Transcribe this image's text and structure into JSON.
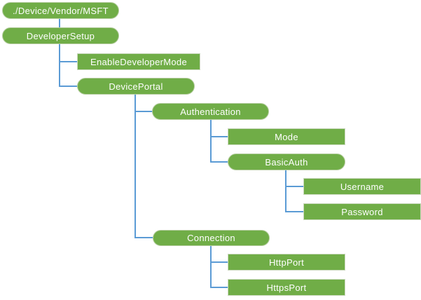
{
  "diagram": {
    "type": "tree",
    "description": "Configuration service provider hierarchy tree",
    "colors": {
      "node_fill": "#70AD47",
      "branch_node_border": "#B5CDA0",
      "leaf_node_border": "#CBD9BF",
      "connector": "#5B9BD5",
      "label_text": "#FFFFFF",
      "background": "#FFFFFF"
    },
    "nodes": [
      {
        "label": "./Device/Vendor/MSFT",
        "shape": "rounded",
        "parent": null
      },
      {
        "label": "DeveloperSetup",
        "shape": "rounded",
        "parent": "./Device/Vendor/MSFT"
      },
      {
        "label": "EnableDeveloperMode",
        "shape": "rectangle",
        "parent": "DeveloperSetup"
      },
      {
        "label": "DevicePortal",
        "shape": "rounded",
        "parent": "DeveloperSetup"
      },
      {
        "label": "Authentication",
        "shape": "rounded",
        "parent": "DevicePortal"
      },
      {
        "label": "Mode",
        "shape": "rectangle",
        "parent": "Authentication"
      },
      {
        "label": "BasicAuth",
        "shape": "rounded",
        "parent": "Authentication"
      },
      {
        "label": "Username",
        "shape": "rectangle",
        "parent": "BasicAuth"
      },
      {
        "label": "Password",
        "shape": "rectangle",
        "parent": "BasicAuth"
      },
      {
        "label": "Connection",
        "shape": "rounded",
        "parent": "DevicePortal"
      },
      {
        "label": "HttpPort",
        "shape": "rectangle",
        "parent": "Connection"
      },
      {
        "label": "HttpsPort",
        "shape": "rectangle",
        "parent": "Connection"
      }
    ]
  }
}
